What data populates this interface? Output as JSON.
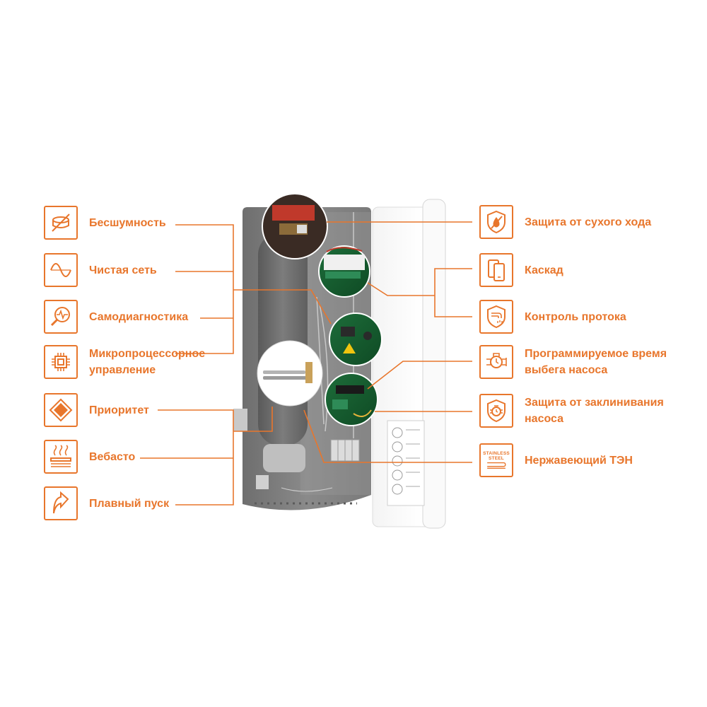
{
  "colors": {
    "accent": "#e8762c",
    "body": "#7e7e7e",
    "door": "#ffffff"
  },
  "left_features": [
    {
      "label": "Бесшумность",
      "icon": "silent-icon"
    },
    {
      "label": "Чистая сеть",
      "icon": "sine-wave-icon"
    },
    {
      "label": "Самодиагностика",
      "icon": "magnifier-pulse-icon"
    },
    {
      "label": "Микропроцессорное\nуправление",
      "icon": "microchip-icon"
    },
    {
      "label": "Приоритет",
      "icon": "priority-diamond-icon"
    },
    {
      "label": "Вебасто",
      "icon": "heated-floor-icon"
    },
    {
      "label": "Плавный пуск",
      "icon": "soft-start-arrow-icon"
    }
  ],
  "right_features": [
    {
      "label": "Защита от сухого хода",
      "icon": "dry-run-shield-icon"
    },
    {
      "label": "Каскад",
      "icon": "cascade-icon"
    },
    {
      "label": "Контроль протока",
      "icon": "flow-control-shield-icon"
    },
    {
      "label": "Программируемое время\nвыбега насоса",
      "icon": "pump-timer-icon"
    },
    {
      "label": "Защита от заклинивания\nнасоса",
      "icon": "pump-jam-shield-icon"
    },
    {
      "label": "Нержавеющий ТЭН",
      "icon": "stainless-steel-icon",
      "badge": "STAINLESS\nSTEEL"
    }
  ]
}
